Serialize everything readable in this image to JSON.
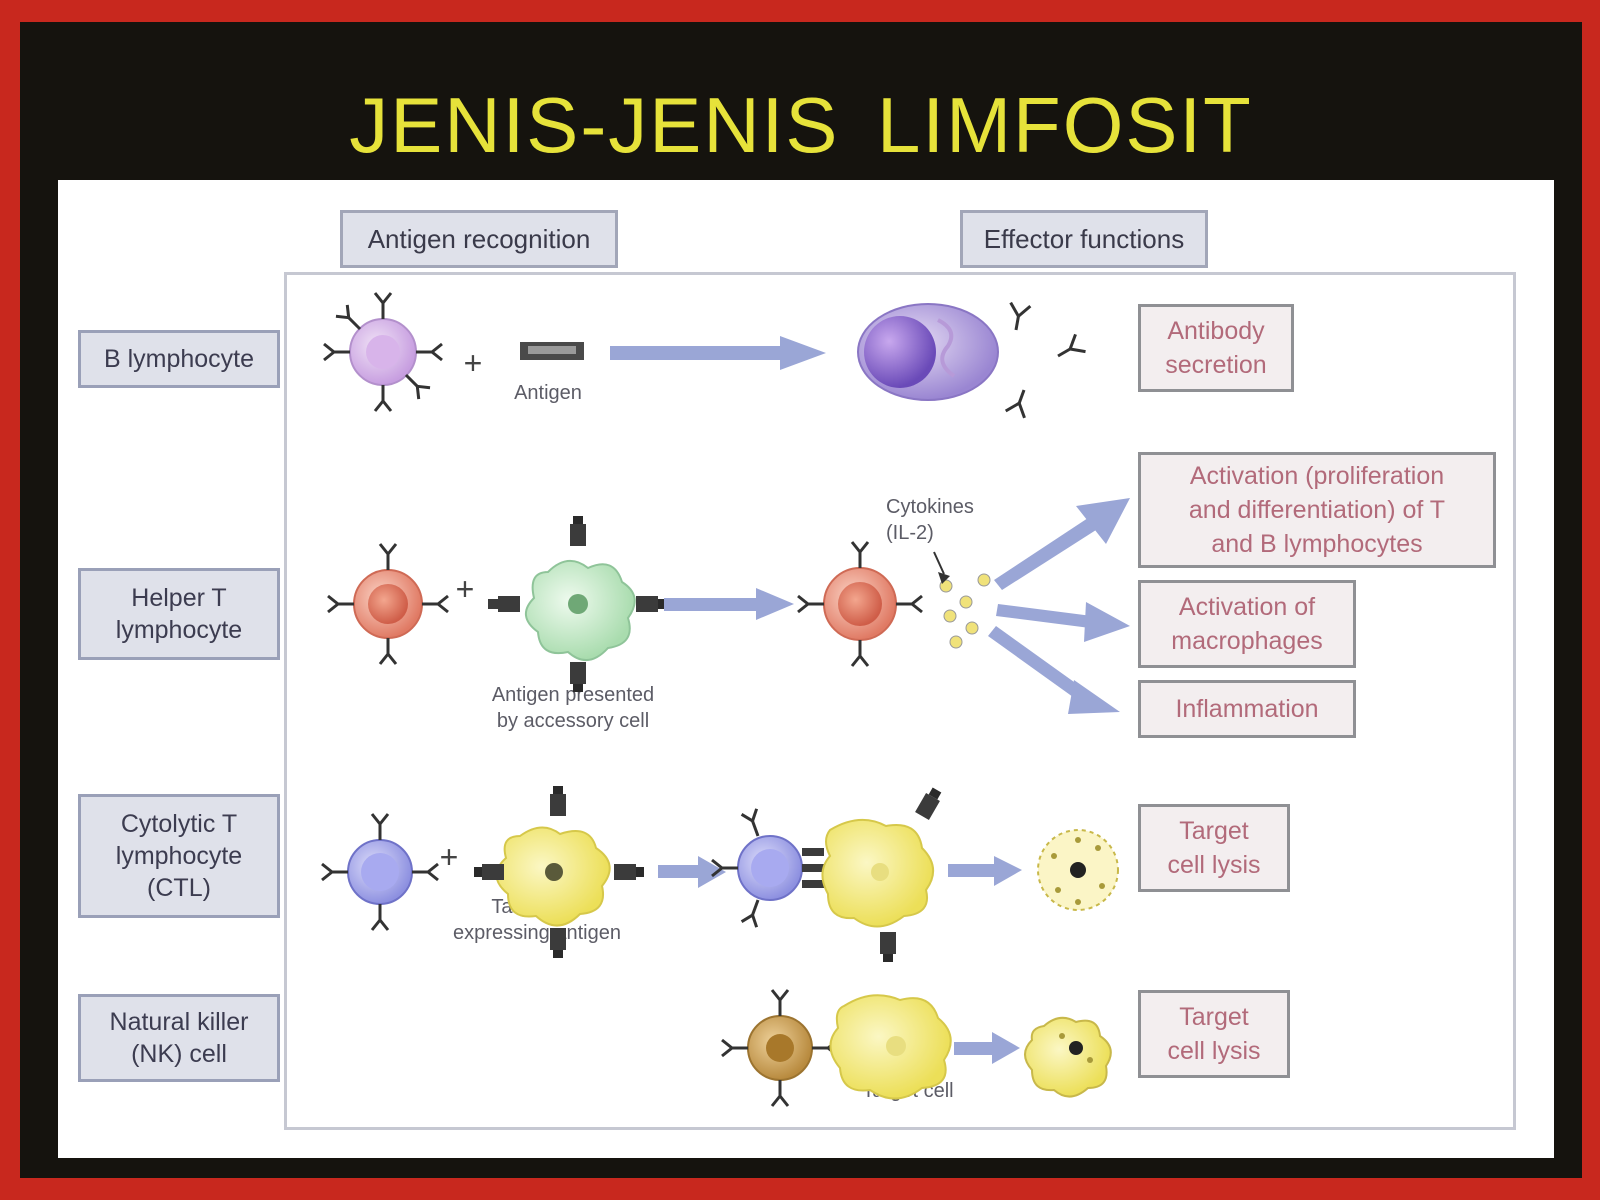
{
  "title": "JENIS-JENIS  LIMFOSIT",
  "headers": {
    "antigen_recognition": "Antigen recognition",
    "effector_functions": "Effector functions"
  },
  "rows": {
    "b": {
      "label": "B lymphocyte",
      "antigen_caption": "Antigen",
      "effect": "Antibody\nsecretion"
    },
    "helper": {
      "label": "Helper T lymphocyte",
      "accessory_caption": "Antigen presented\nby accessory cell",
      "cytokines_caption": "Cytokines\n(IL-2)",
      "effects": [
        "Activation (proliferation\nand differentiation) of T\nand B lymphocytes",
        "Activation of\nmacrophages",
        "Inflammation"
      ]
    },
    "ctl": {
      "label": "Cytolytic T lymphocyte (CTL)",
      "target_caption": "Target cell\nexpressing antigen",
      "effect": "Target\ncell lysis"
    },
    "nk": {
      "label": "Natural killer (NK) cell",
      "target_caption": "Target cell",
      "effect": "Target\ncell lysis"
    }
  },
  "symbols": {
    "plus": "+"
  },
  "colors": {
    "background_red": "#c8281e",
    "slide_black": "#15130e",
    "title_yellow": "#e6e23a",
    "arrow_blue": "#9aa6d6",
    "b_cell": "#d6b6e6",
    "helper_cell": "#e4826e",
    "accessory_cell": "#bfe6bf",
    "ctl_cell": "#9c9ee8",
    "target_cell": "#f2ea7a",
    "nk_cell": "#c8a056"
  }
}
